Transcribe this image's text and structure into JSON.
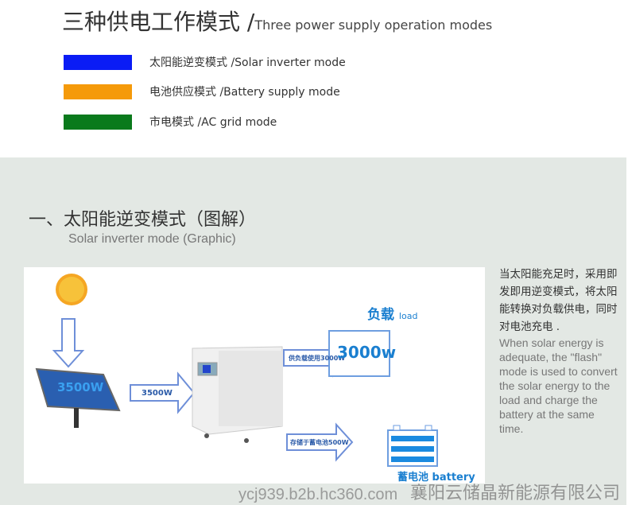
{
  "header": {
    "title_cn": "三种供电工作模式 /",
    "title_en": "Three power supply operation modes"
  },
  "legend": [
    {
      "label": "太阳能逆变模式 /Solar inverter mode",
      "color": "#0a1cf5"
    },
    {
      "label": "电池供应模式 /Battery supply mode",
      "color": "#f59a0a"
    },
    {
      "label": "市电模式 /AC grid mode",
      "color": "#0a7a1c"
    }
  ],
  "section": {
    "heading_cn": "一、太阳能逆变模式（图解）",
    "heading_en": "Solar inverter mode (Graphic)",
    "diagram": {
      "panel_power": "3500W",
      "input_arrow": "3500W",
      "load_arrow": "供负载使用3000W",
      "battery_arrow": "存储于蓄电池500W",
      "load_cn": "负载",
      "load_en": "load",
      "load_value": "3000w",
      "battery_label": "蓄电池 battery"
    },
    "description_cn": "当太阳能充足时，采用即发即用逆变模式，将太阳能转换对负载供电，同时对电池充电 .",
    "description_en": "When solar energy is adequate, the \"flash\" mode is used to convert the  solar energy to the load and charge the battery at the same time."
  },
  "watermark": {
    "company": "襄阳云储晶新能源有限公司",
    "url": "ycj939.b2b.hc360.com"
  }
}
